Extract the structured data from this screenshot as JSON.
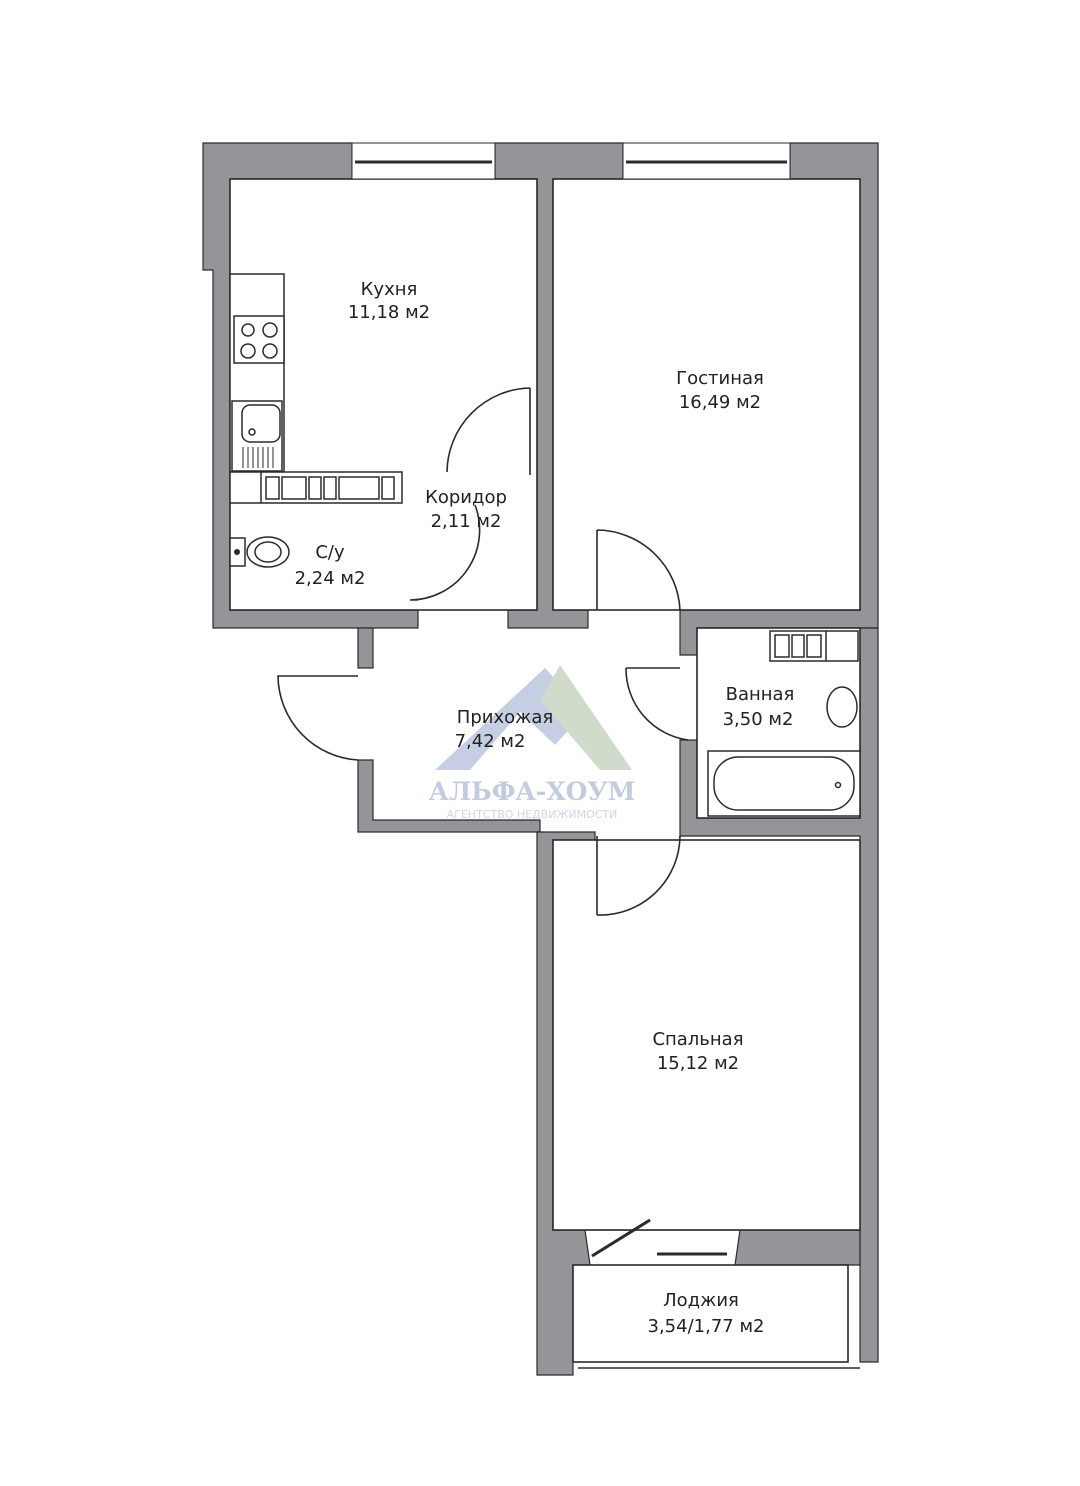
{
  "plan": {
    "rooms": [
      {
        "id": "kitchen",
        "name": "Кухня",
        "area": "11,18 м2"
      },
      {
        "id": "living",
        "name": "Гостиная",
        "area": "16,49 м2"
      },
      {
        "id": "corridor",
        "name": "Коридор",
        "area": "2,11 м2"
      },
      {
        "id": "wc",
        "name": "С/у",
        "area": "2,24 м2"
      },
      {
        "id": "hallway",
        "name": "Прихожая",
        "area": "7,42 м2"
      },
      {
        "id": "bathroom",
        "name": "Ванная",
        "area": "3,50 м2"
      },
      {
        "id": "bedroom",
        "name": "Спальная",
        "area": "15,12 м2"
      },
      {
        "id": "loggia",
        "name": "Лоджия",
        "area": "3,54/1,77 м2"
      }
    ]
  },
  "watermark": {
    "brand": "АЛЬФА-ХОУМ",
    "tagline": "АГЕНТСТВО НЕДВИЖИМОСТИ"
  },
  "colors": {
    "wall": "#939598",
    "line": "#2b2b2b",
    "watermark": "#a7b3cf"
  }
}
